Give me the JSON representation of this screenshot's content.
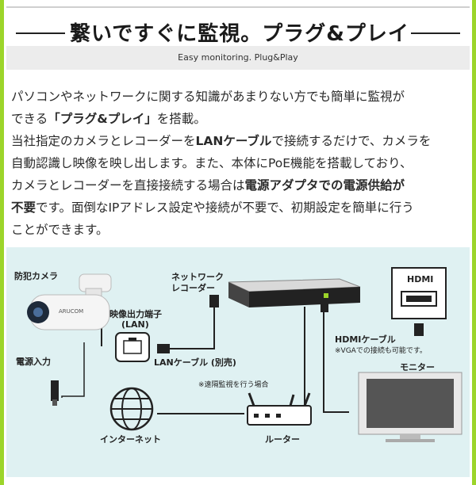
{
  "header": {
    "title": "繋いですぐに監視。プラグ&プレイ",
    "subtitle": "Easy monitoring. Plug&Play"
  },
  "body": {
    "p1": "パソコンやネットワークに関する知識があまりない方でも簡単に監視が",
    "p2a": "できる",
    "p2b": "「プラグ&プレイ」",
    "p2c": "を搭載。",
    "p3a": "当社指定のカメラとレコーダーを",
    "p3b": "LANケーブル",
    "p3c": "で接続するだけで、カメラを",
    "p4": "自動認識し映像を映し出します。また、本体にPoE機能を搭載しており、",
    "p5a": "カメラとレコーダーを直接接続する場合は",
    "p5b": "電源アダプタでの電源供給が",
    "p6a": "不要",
    "p6b": "です。面倒なIPアドレス設定や接続が不要で、初期設定を簡単に行う",
    "p7": "ことができます。"
  },
  "diagram": {
    "camera": "防犯カメラ",
    "camera_brand": "ARUCOM",
    "video_port": "映像出力端子",
    "video_port_lan": "(LAN)",
    "power_input": "電源入力",
    "nvr": "ネットワーク",
    "nvr2": "レコーダー",
    "lan_cable": "LANケーブル (別売)",
    "remote_note": "※遠隔監視を行う場合",
    "hdmi": "HDMI",
    "hdmi_cable": "HDMIケーブル",
    "vga_note": "※VGAでの接続も可能です。",
    "monitor": "モニター",
    "internet": "インターネット",
    "router": "ルーター"
  },
  "colors": {
    "accent": "#9cd52a",
    "diagram_bg": "#dff1f2"
  }
}
